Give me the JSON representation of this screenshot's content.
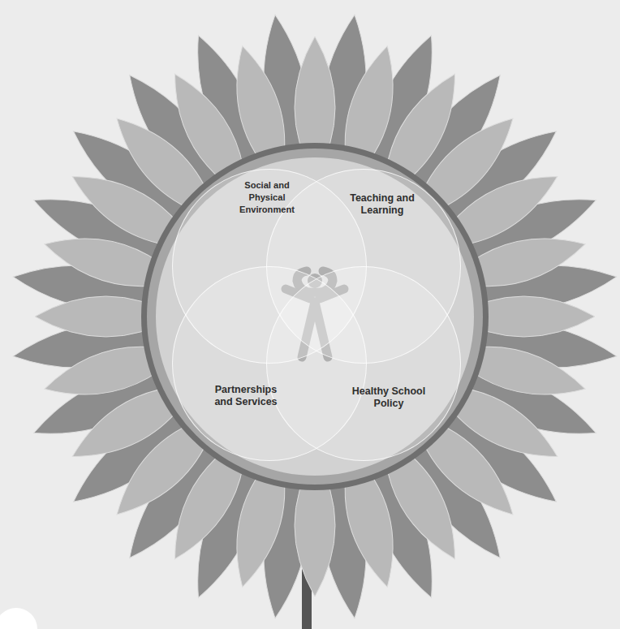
{
  "diagram": {
    "nodes": [
      {
        "text": [
          "Social and Physical Environment"
        ]
      },
      {
        "text": [
          "Teaching and Learning"
        ]
      },
      {
        "text": [
          "Partnerships and Services"
        ]
      },
      {
        "text": [
          "Healthy School Policy"
        ]
      }
    ]
  }
}
